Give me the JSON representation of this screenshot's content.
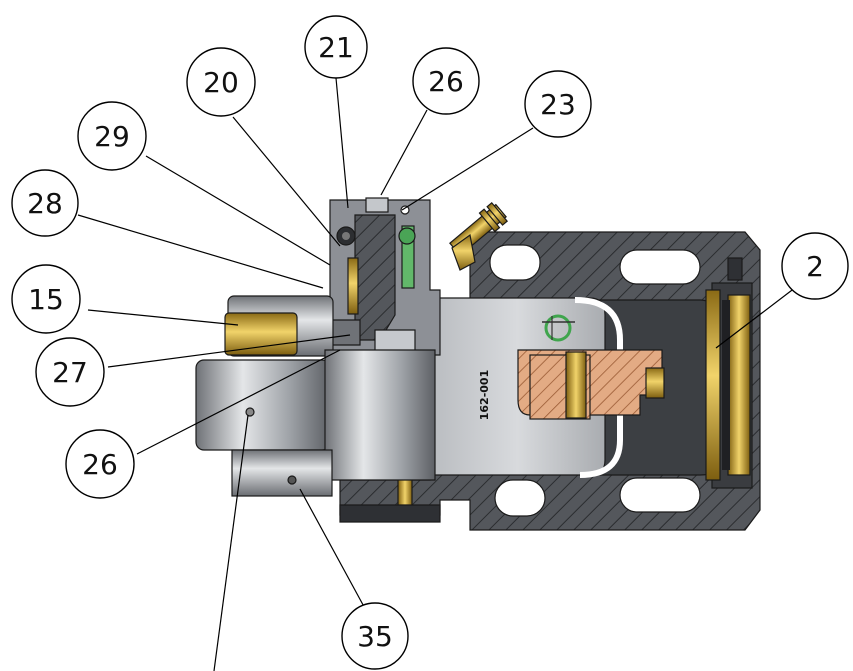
{
  "callouts": [
    {
      "id": "c21",
      "label": "21"
    },
    {
      "id": "c20",
      "label": "20"
    },
    {
      "id": "c26a",
      "label": "26"
    },
    {
      "id": "c23",
      "label": "23"
    },
    {
      "id": "c29",
      "label": "29"
    },
    {
      "id": "c28",
      "label": "28"
    },
    {
      "id": "c2",
      "label": "2"
    },
    {
      "id": "c15",
      "label": "15"
    },
    {
      "id": "c27",
      "label": "27"
    },
    {
      "id": "c26b",
      "label": "26"
    },
    {
      "id": "c35",
      "label": "35"
    }
  ],
  "part_marking": "162-001",
  "colors": {
    "body_dark": "#4a4d52",
    "body_mid": "#8b8f96",
    "steel_light": "#cfd2d6",
    "brass": "#c9a233",
    "copper": "#d9a07a",
    "seal_green": "#5cc06a"
  }
}
